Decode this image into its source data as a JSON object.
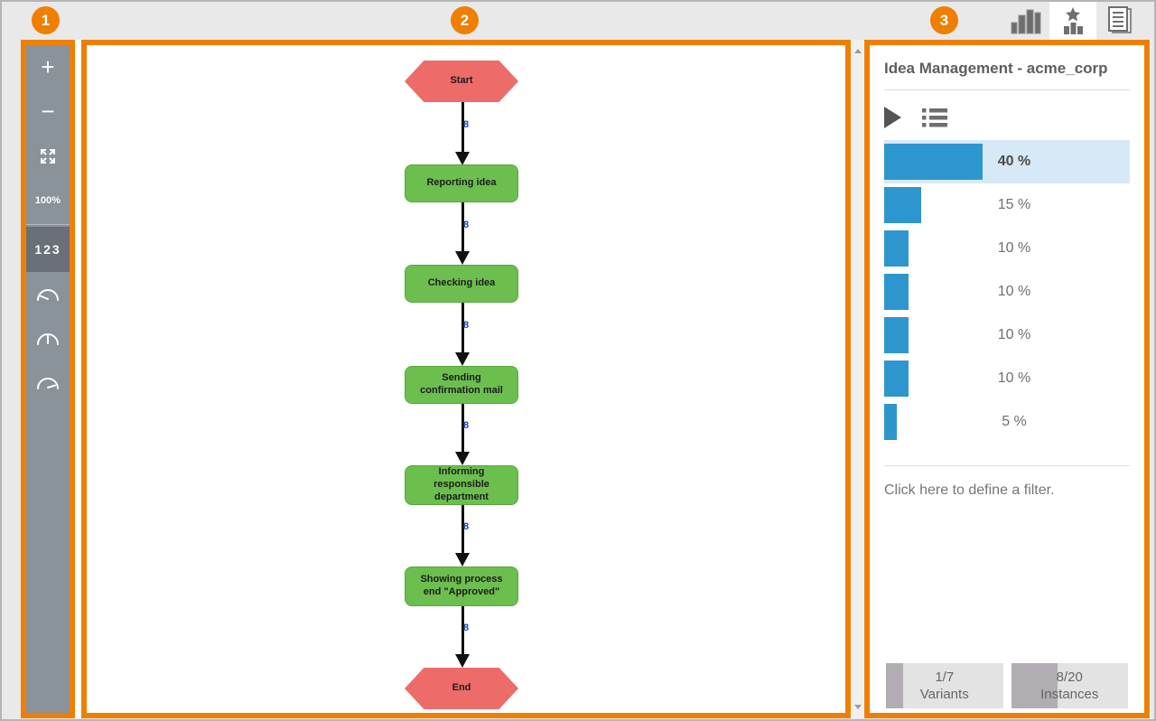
{
  "annotations": {
    "region1": "1",
    "region2": "2",
    "region3": "3"
  },
  "topbar": {
    "icons": {
      "charts": "column-chart-icon",
      "variants": "variant-explorer-star-icon",
      "log": "document-log-icon"
    },
    "selected_tab": "variants"
  },
  "toolbar": {
    "zoom_in": "+",
    "zoom_out": "−",
    "zoom_level": "100%",
    "numbers": "123",
    "gauges": [
      "gauge-low-icon",
      "gauge-mid-icon",
      "gauge-high-icon"
    ]
  },
  "flow": {
    "nodes": [
      {
        "type": "start",
        "label": "Start"
      },
      {
        "type": "task",
        "label": "Reporting idea"
      },
      {
        "type": "task",
        "label": "Checking idea"
      },
      {
        "type": "task",
        "label": "Sending confirmation mail"
      },
      {
        "type": "task",
        "label": "Informing responsible department"
      },
      {
        "type": "task",
        "label": "Showing process end \"Approved\""
      },
      {
        "type": "end",
        "label": "End"
      }
    ],
    "edges": [
      "8",
      "8",
      "8",
      "8",
      "8",
      "8"
    ]
  },
  "panel": {
    "title": "Idea Management - acme_corp",
    "filter_hint": "Click here to define a filter.",
    "variants": {
      "rows": [
        {
          "percent": 40,
          "label": "40 %",
          "selected": true
        },
        {
          "percent": 15,
          "label": "15 %",
          "selected": false
        },
        {
          "percent": 10,
          "label": "10 %",
          "selected": false
        },
        {
          "percent": 10,
          "label": "10 %",
          "selected": false
        },
        {
          "percent": 10,
          "label": "10 %",
          "selected": false
        },
        {
          "percent": 10,
          "label": "10 %",
          "selected": false
        },
        {
          "percent": 5,
          "label": "5 %",
          "selected": false
        }
      ]
    },
    "stats": {
      "variants": {
        "value": "1/7",
        "label": "Variants",
        "fill_pct": 14.3
      },
      "instances": {
        "value": "8/20",
        "label": "Instances",
        "fill_pct": 40
      }
    }
  },
  "colors": {
    "accent_orange": "#ee7f00",
    "bar_blue": "#2e96ce",
    "selected_row_blue": "#d7e9f6",
    "task_green": "#6cbf4e",
    "start_end_red": "#ed6b68",
    "toolbar_gray": "#8a929a",
    "edge_label_blue": "#1b3faa"
  }
}
